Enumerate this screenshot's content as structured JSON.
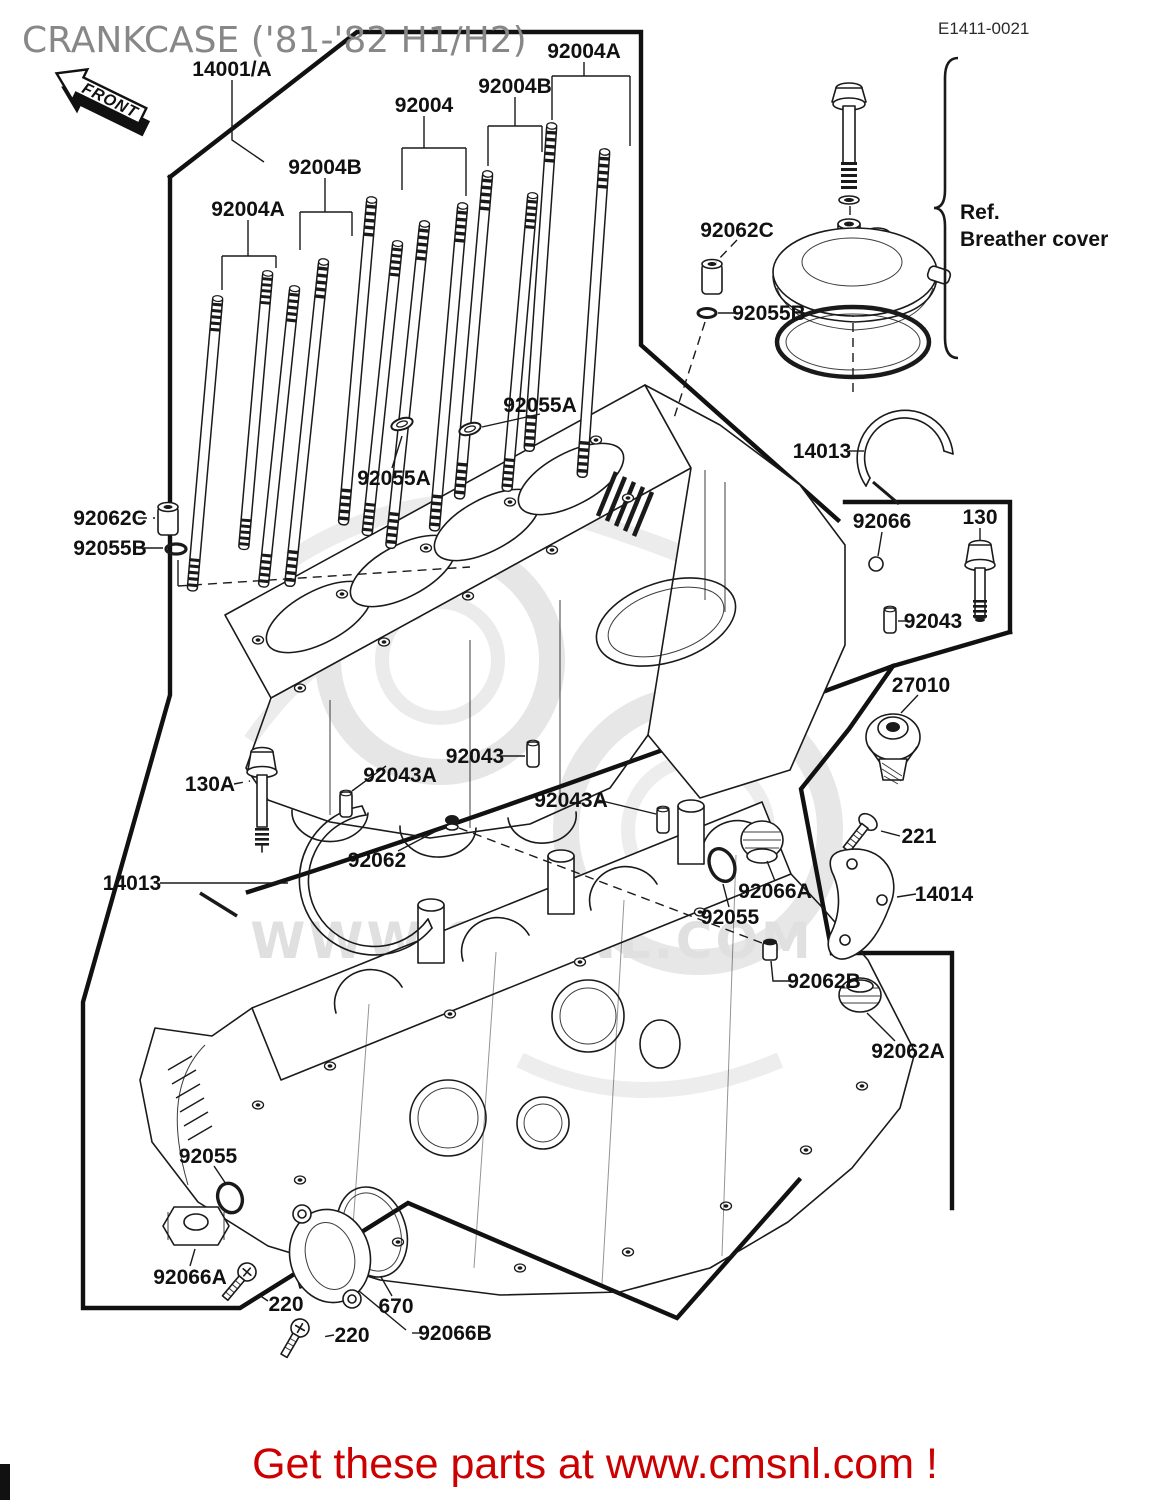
{
  "page": {
    "title": "CRANKCASE ('81-'82 H1/H2)",
    "doc_number": "E1411-0021",
    "front_badge": "FRONT",
    "watermark": "WWW.CMSNL.COM",
    "footer_text": "Get these parts at www.cmsnl.com !",
    "ref_note": {
      "prefix": "Ref.",
      "name": "Breather cover"
    },
    "colors": {
      "line": "#1a1a1a",
      "title_gray": "#878787",
      "watermark_gray": "#e2e2e2",
      "footer_red": "#cc0000"
    }
  },
  "parts": [
    {
      "text": "14001/A"
    },
    {
      "text": "92004A"
    },
    {
      "text": "92004B"
    },
    {
      "text": "92004"
    },
    {
      "text": "92004B"
    },
    {
      "text": "92004A"
    },
    {
      "text": "92062C"
    },
    {
      "text": "92055B"
    },
    {
      "text": "92055A"
    },
    {
      "text": "92055A"
    },
    {
      "text": "14013"
    },
    {
      "text": "92066"
    },
    {
      "text": "130"
    },
    {
      "text": "92043"
    },
    {
      "text": "92062C"
    },
    {
      "text": "92055B"
    },
    {
      "text": "27010"
    },
    {
      "text": "130A"
    },
    {
      "text": "92043A"
    },
    {
      "text": "92043"
    },
    {
      "text": "92043A"
    },
    {
      "text": "92062"
    },
    {
      "text": "14013"
    },
    {
      "text": "92066A"
    },
    {
      "text": "92055"
    },
    {
      "text": "221"
    },
    {
      "text": "14014"
    },
    {
      "text": "92062B"
    },
    {
      "text": "92062A"
    },
    {
      "text": "92055"
    },
    {
      "text": "92066A"
    },
    {
      "text": "220"
    },
    {
      "text": "670"
    },
    {
      "text": "220"
    },
    {
      "text": "92066B"
    }
  ]
}
